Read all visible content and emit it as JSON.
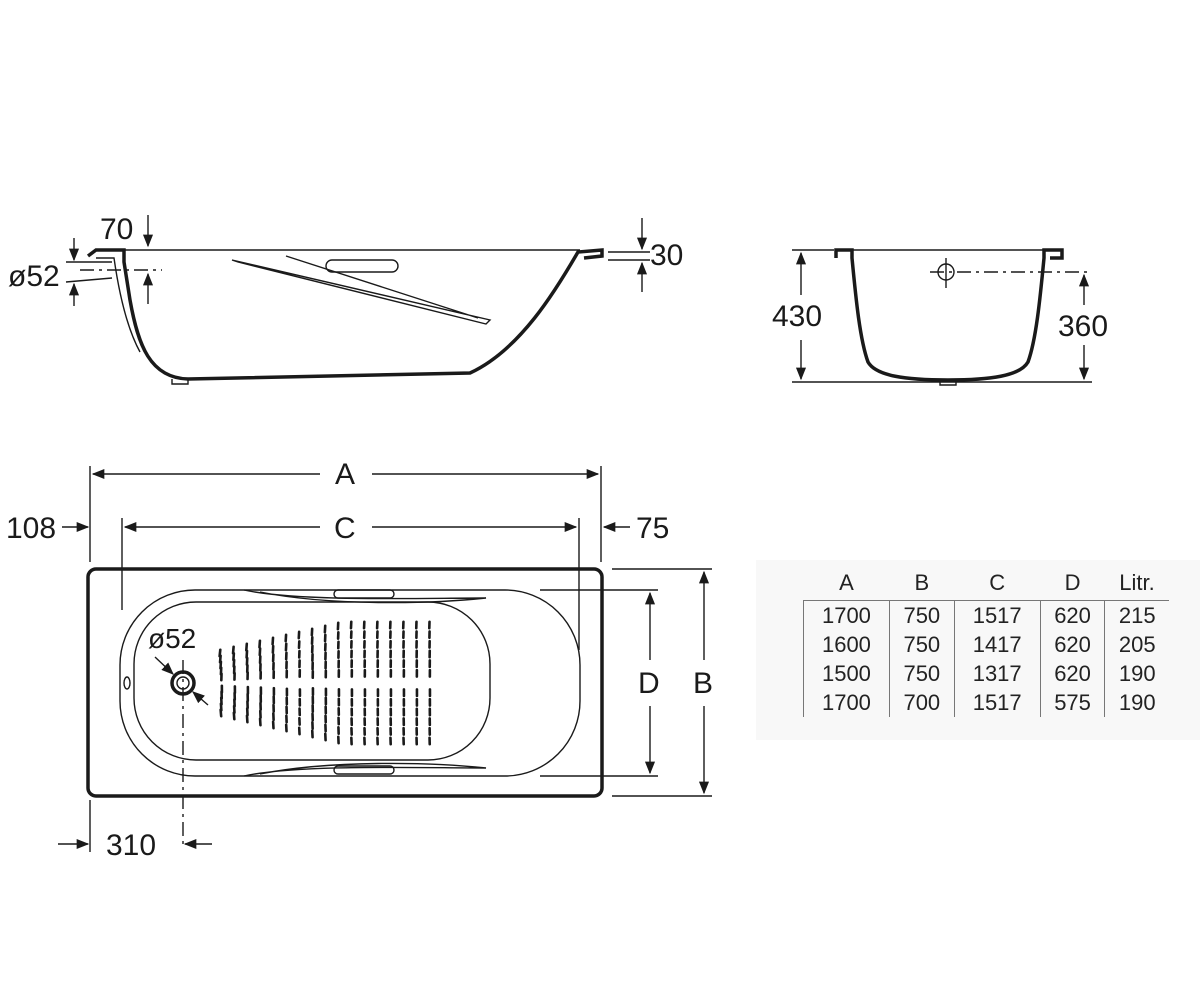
{
  "side_view": {
    "rim_thickness_label": "70",
    "drain_diameter_label": "ø52",
    "rim_offset_label": "30"
  },
  "end_view": {
    "total_height_label": "430",
    "overflow_height_label": "360"
  },
  "top_view": {
    "length_label": "A",
    "inner_length_label": "C",
    "left_margin_label": "108",
    "right_margin_label": "75",
    "drain_diameter_label": "ø52",
    "inner_width_label": "D",
    "width_label": "B",
    "drain_offset_label": "310"
  },
  "spec_table": {
    "headers": [
      "A",
      "B",
      "C",
      "D",
      "Litr."
    ],
    "rows": [
      [
        "1700",
        "750",
        "1517",
        "620",
        "215"
      ],
      [
        "1600",
        "750",
        "1417",
        "620",
        "205"
      ],
      [
        "1500",
        "750",
        "1317",
        "620",
        "190"
      ],
      [
        "1700",
        "700",
        "1517",
        "575",
        "190"
      ]
    ]
  }
}
